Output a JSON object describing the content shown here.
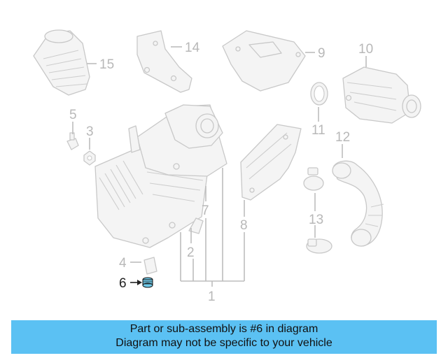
{
  "callouts": {
    "c1": "1",
    "c2": "2",
    "c3": "3",
    "c4": "4",
    "c5": "5",
    "c6": "6",
    "c7": "7",
    "c8": "8",
    "c9": "9",
    "c10": "10",
    "c11": "11",
    "c12": "12",
    "c13": "13",
    "c14": "14",
    "c15": "15"
  },
  "highlighted_part": "6",
  "highlight_color": "#5bc1f3",
  "caption": {
    "line1": "Part or sub-assembly is #6 in diagram",
    "line2": "Diagram may not be specific to your vehicle",
    "background": "#5bc1f3"
  }
}
